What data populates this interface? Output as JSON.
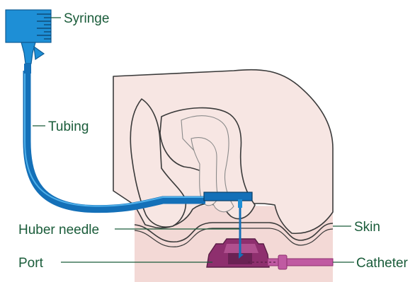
{
  "labels": {
    "syringe": "Syringe",
    "tubing": "Tubing",
    "huber_needle": "Huber needle",
    "port": "Port",
    "skin": "Skin",
    "catheter": "Catheter"
  },
  "colors": {
    "label_text": "#1a5c3a",
    "leader_line": "#1a5c3a",
    "syringe_blue": "#1e8fd6",
    "tubing_blue": "#1470b8",
    "hand_fill": "#f7e6e3",
    "tissue_fill": "#f3d9d6",
    "outline": "#3a3a3a",
    "port_magenta": "#8e2f6e",
    "catheter_magenta": "#c05aa2"
  }
}
